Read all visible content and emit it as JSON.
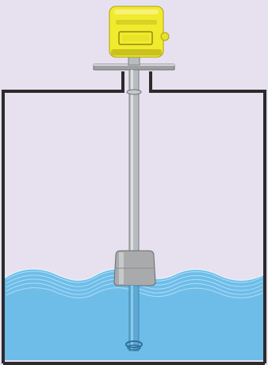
{
  "diagram": {
    "components": [
      {
        "id": "transmitter-head",
        "color": "#f2ea2c",
        "shade": "#c9c21e"
      },
      {
        "id": "mounting-flange",
        "color": "#9ea0a3"
      },
      {
        "id": "guide-tube",
        "color": "#b9bcbe"
      },
      {
        "id": "float",
        "color": "#a8aaab"
      },
      {
        "id": "tank",
        "stroke": "#2b2b2b"
      },
      {
        "id": "liquid",
        "color": "#6ebde9",
        "wave_color": "#bfe4f8"
      }
    ],
    "background": "#e7e1ef"
  }
}
